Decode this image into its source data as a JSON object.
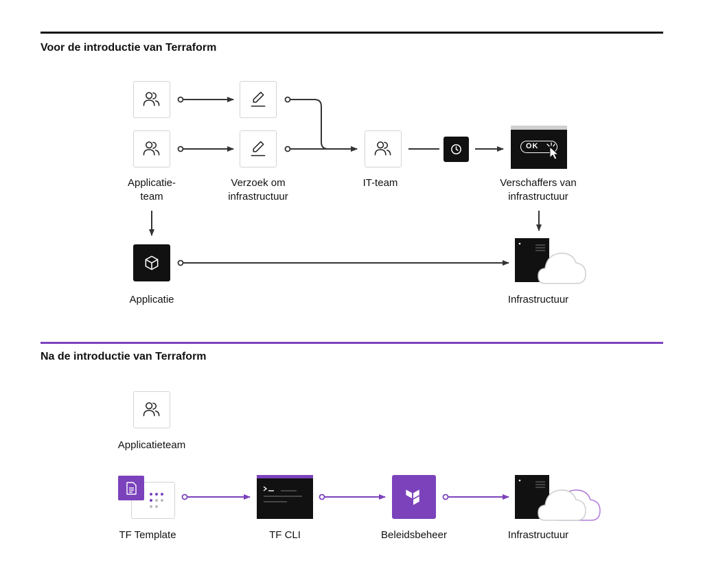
{
  "before": {
    "heading": "Voor de introductie van Terraform",
    "labels": {
      "app_team": "Applicatie-\nteam",
      "request": "Verzoek om\ninfrastructuur",
      "it_team": "IT-team",
      "providers": "Verschaffers van\ninfrastructuur",
      "application": "Applicatie",
      "infrastructure": "Infrastructuur"
    },
    "ok_text": "OK"
  },
  "after": {
    "heading": "Na de introductie van Terraform",
    "labels": {
      "app_team": "Applicatieteam",
      "tf_template": "TF Template",
      "tf_cli": "TF CLI",
      "policy": "Beleidsbeheer",
      "infrastructure": "Infrastructuur"
    }
  },
  "colors": {
    "dark": "#111111",
    "accent": "#7b42bc",
    "border": "#d4d4d4"
  },
  "icons": [
    "users-icon",
    "pencil-icon",
    "clock-icon",
    "ok-button-icon",
    "cube-icon",
    "server-icon",
    "cloud-icon",
    "document-icon",
    "terminal-icon",
    "terraform-logo-icon"
  ]
}
